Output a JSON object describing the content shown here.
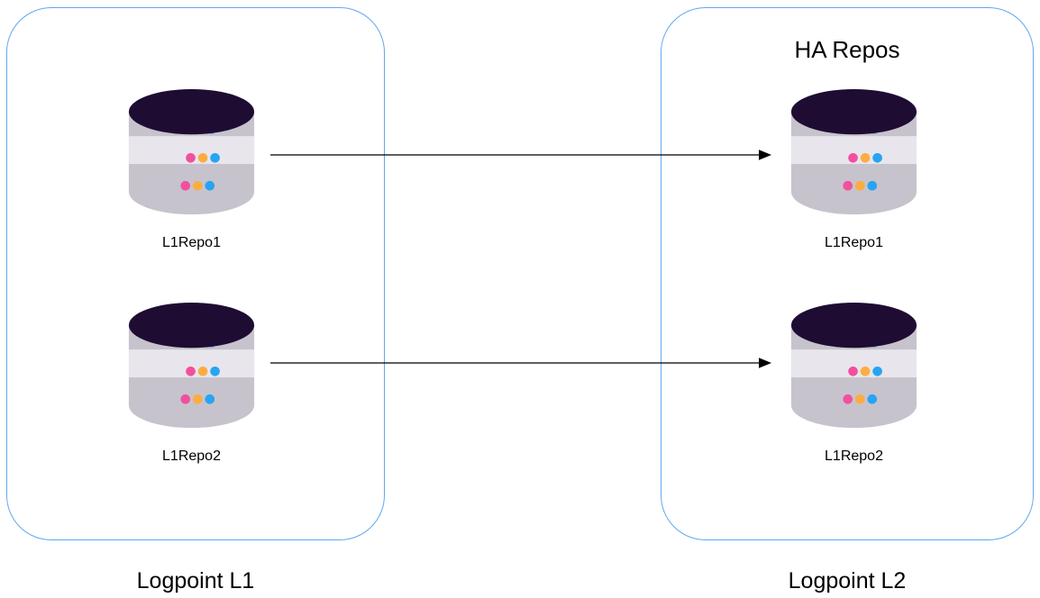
{
  "diagram": {
    "left_box": {
      "bottom_label": "Logpoint L1",
      "repos": [
        {
          "label": "L1Repo1"
        },
        {
          "label": "L1Repo2"
        }
      ]
    },
    "right_box": {
      "title": "HA Repos",
      "bottom_label": "Logpoint L2",
      "repos": [
        {
          "label": "L1Repo1"
        },
        {
          "label": "L1Repo2"
        }
      ]
    },
    "icons": {
      "repo": "database-icon",
      "connector": "arrow-right-icon"
    },
    "colors": {
      "box_border": "#5fa9ee",
      "db_top": "#1e0c33",
      "db_body": "#c7c3cd",
      "db_body_light": "#e8e6ec",
      "dot_pink": "#f2509e",
      "dot_orange": "#fbad41",
      "dot_blue": "#27a4f2",
      "arrow": "#000000"
    }
  }
}
